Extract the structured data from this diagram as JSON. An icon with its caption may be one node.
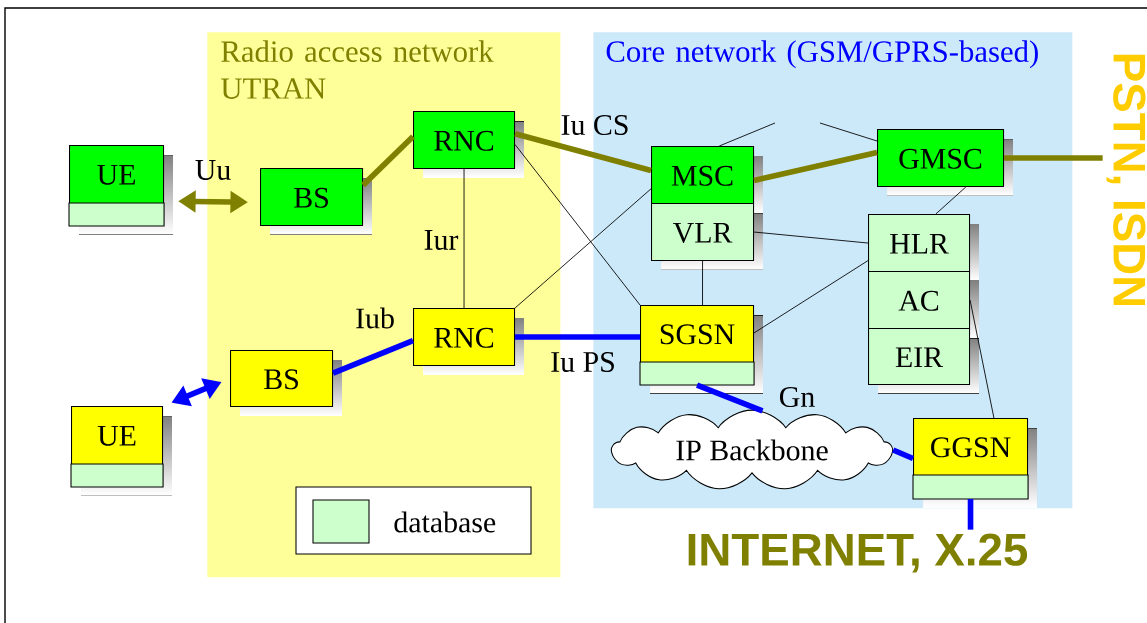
{
  "diagram": {
    "nodes": [
      {
        "text": [
          "Radio access network UTRAN"
        ]
      },
      {
        "text": [
          "Core network (GSM/GPRS-based)"
        ]
      },
      {
        "text": [
          "UE"
        ]
      },
      {
        "text": [
          "BS"
        ],
        "in": 0
      },
      {
        "text": [
          "RNC"
        ],
        "in": 0
      },
      {
        "text": [
          "RNC"
        ],
        "in": 0
      },
      {
        "text": [
          "BS"
        ],
        "in": 0
      },
      {
        "text": [
          "UE"
        ]
      },
      {
        "text": [
          "MSC"
        ],
        "in": 1
      },
      {
        "text": [
          "VLR"
        ],
        "in": 1
      },
      {
        "text": [
          "GMSC"
        ],
        "in": 1
      },
      {
        "text": [
          "HLR"
        ],
        "in": 1
      },
      {
        "text": [
          "AC"
        ],
        "in": 1
      },
      {
        "text": [
          "EIR"
        ],
        "in": 1
      },
      {
        "text": [
          "SGSN"
        ],
        "in": 1
      },
      {
        "text": [
          "IP Backbone"
        ],
        "in": 1
      },
      {
        "text": [
          "GGSN"
        ],
        "in": 1
      },
      {
        "text": [
          "PSTN, ISDN"
        ]
      },
      {
        "text": [
          "INTERNET, X.25"
        ]
      }
    ],
    "edges": [
      {
        "from": 2,
        "to": 3,
        "arrow": "both",
        "label": "Uu",
        "color": "#808000"
      },
      {
        "from": 3,
        "to": 4,
        "arrow": "none",
        "color": "#808000"
      },
      {
        "from": 4,
        "to": 8,
        "arrow": "none",
        "label": "Iu CS",
        "color": "#808000"
      },
      {
        "from": 8,
        "to": 10,
        "arrow": "none",
        "color": "#808000"
      },
      {
        "from": 10,
        "to": 17,
        "arrow": "none",
        "color": "#808000"
      },
      {
        "from": 4,
        "to": 5,
        "arrow": "none",
        "label": "Iur"
      },
      {
        "from": 4,
        "to": 14,
        "arrow": "none"
      },
      {
        "from": 5,
        "to": 8,
        "arrow": "none"
      },
      {
        "from": 6,
        "to": 5,
        "arrow": "none",
        "label": "Iub",
        "color": "#0000ff"
      },
      {
        "from": 7,
        "to": 6,
        "arrow": "both",
        "color": "#0000ff"
      },
      {
        "from": 5,
        "to": 14,
        "arrow": "none",
        "label": "Iu PS",
        "color": "#0000ff"
      },
      {
        "from": 14,
        "to": 15,
        "arrow": "none",
        "label": "Gn",
        "color": "#0000ff"
      },
      {
        "from": 15,
        "to": 16,
        "arrow": "none",
        "color": "#0000ff"
      },
      {
        "from": 16,
        "to": 18,
        "arrow": "none",
        "color": "#0000ff"
      },
      {
        "from": 9,
        "to": 11,
        "arrow": "none"
      },
      {
        "from": 9,
        "to": 14,
        "arrow": "none"
      },
      {
        "from": 14,
        "to": 11,
        "arrow": "none"
      },
      {
        "from": 10,
        "to": 11,
        "arrow": "none"
      },
      {
        "from": 12,
        "to": 16,
        "arrow": "none"
      },
      {
        "from": 8,
        "to": null,
        "arrow": "none"
      },
      {
        "from": null,
        "to": 10,
        "arrow": "none"
      }
    ],
    "legend": [
      {
        "text": "database",
        "color": "#ccffcc"
      }
    ]
  }
}
